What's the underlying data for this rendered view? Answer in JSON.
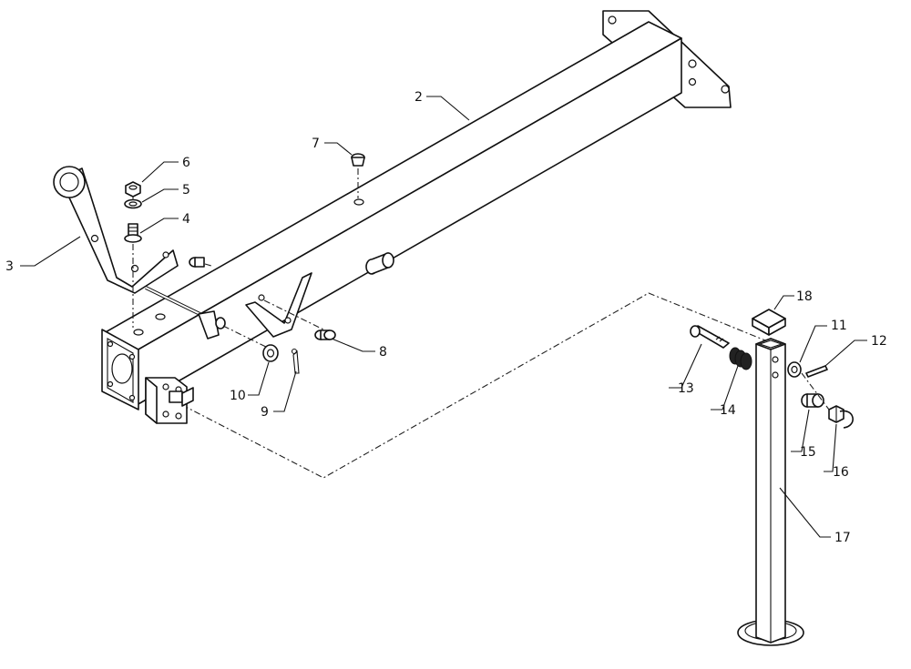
{
  "callouts": {
    "c2": "2",
    "c3": "3",
    "c4": "4",
    "c5": "5",
    "c6": "6",
    "c7": "7",
    "c8": "8",
    "c9": "9",
    "c10": "10",
    "c11": "11",
    "c12": "12",
    "c13": "13",
    "c14": "14",
    "c15": "15",
    "c16": "16",
    "c17": "17",
    "c18": "18"
  }
}
